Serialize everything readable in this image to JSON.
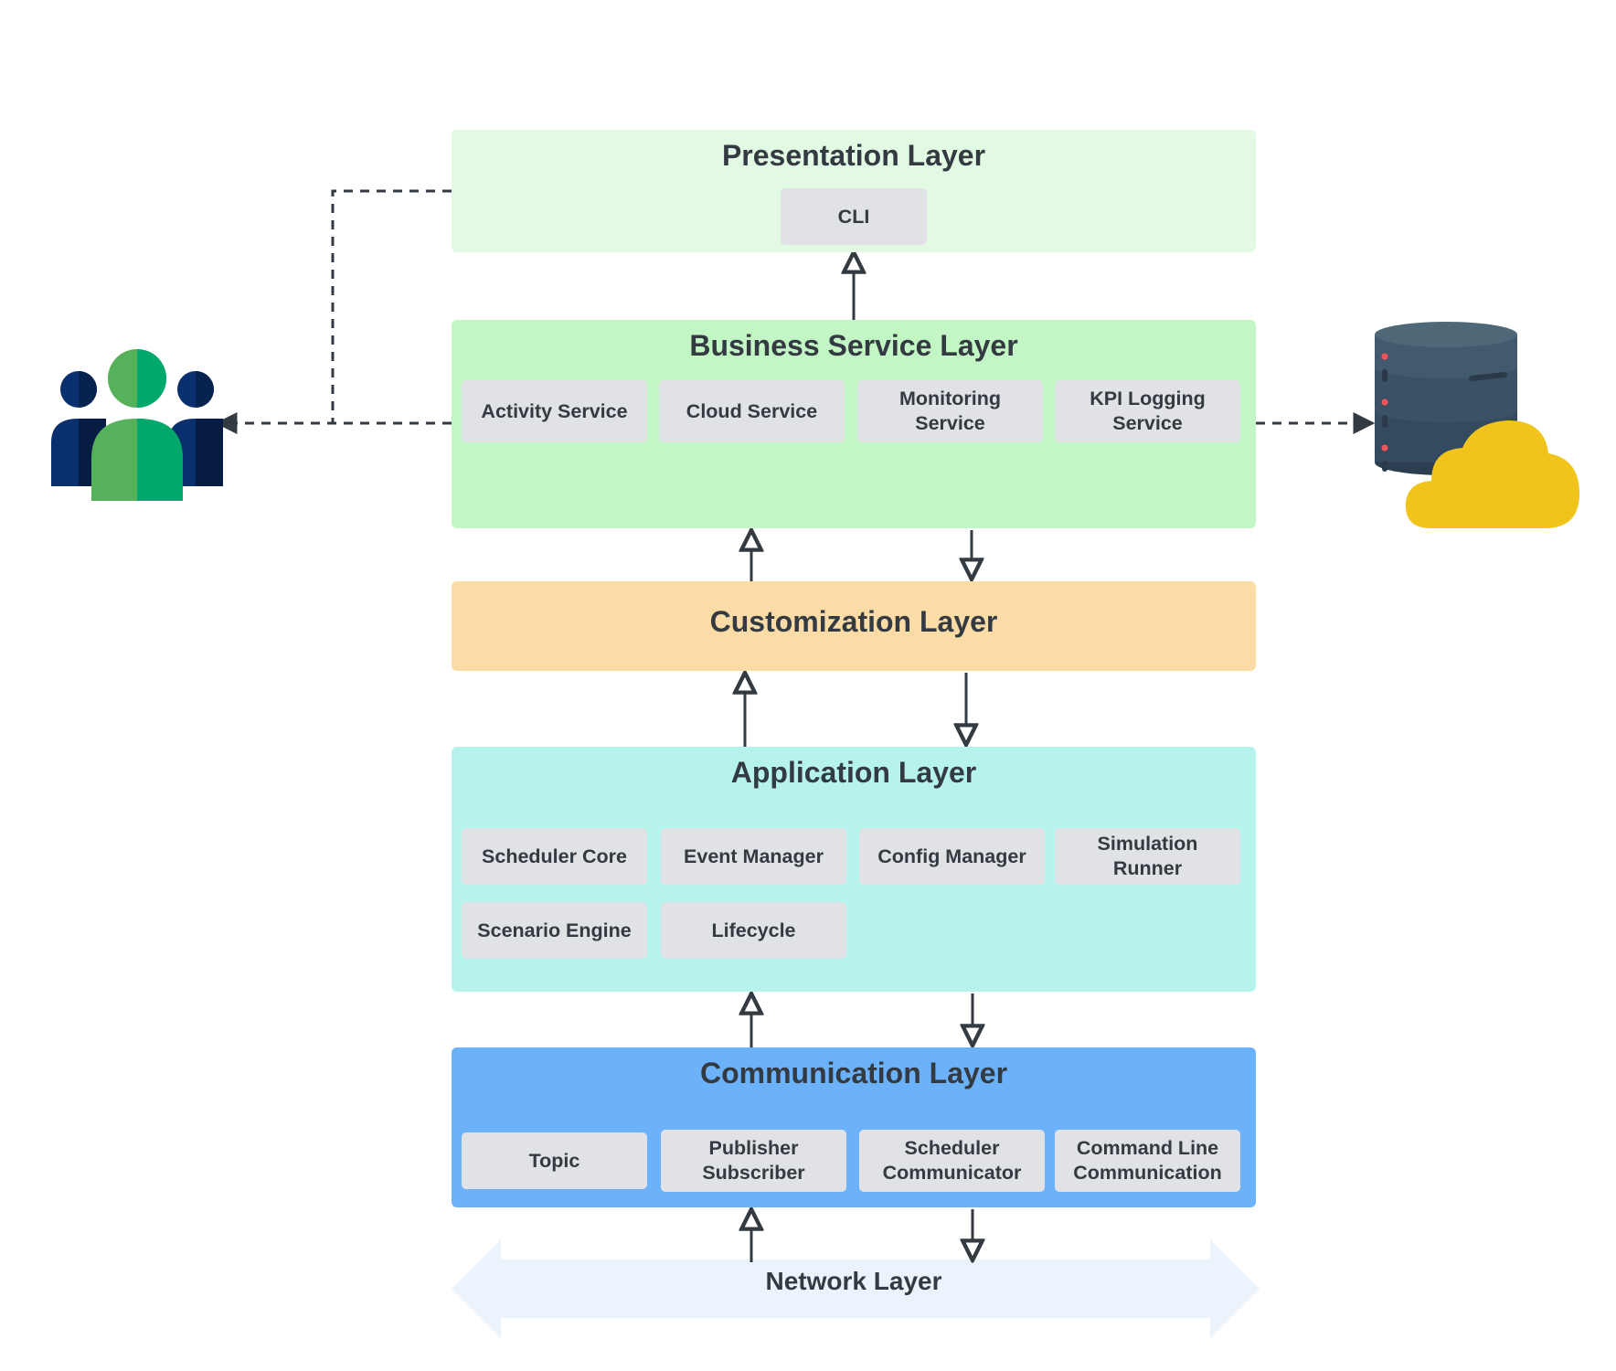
{
  "layers": {
    "presentation": {
      "title": "Presentation Layer",
      "components": [
        "CLI"
      ]
    },
    "business": {
      "title": "Business Service Layer",
      "components": [
        "Activity Service",
        "Cloud Service",
        "Monitoring\nService",
        "KPI Logging\nService"
      ]
    },
    "customization": {
      "title": "Customization Layer"
    },
    "application": {
      "title": "Application Layer",
      "components": [
        "Scheduler Core",
        "Event Manager",
        "Config Manager",
        "Simulation\nRunner",
        "Scenario Engine",
        "Lifecycle"
      ]
    },
    "communication": {
      "title": "Communication Layer",
      "components": [
        "Topic",
        "Publisher\nSubscriber",
        "Scheduler\nCommunicator",
        "Command Line\nCommunication"
      ]
    },
    "network": {
      "title": "Network Layer"
    }
  },
  "icons": {
    "users": "users-group-icon",
    "storage": "database-cloud-icon"
  },
  "colors": {
    "presentation": "#e2fae3",
    "business": "#c3f6c5",
    "customization": "#fcdca6",
    "application": "#b5f3ec",
    "communication": "#6cb2fb",
    "network": "#ebf4fd",
    "component": "#e1e2e6",
    "text": "#333a41",
    "connector": "#333a41"
  }
}
